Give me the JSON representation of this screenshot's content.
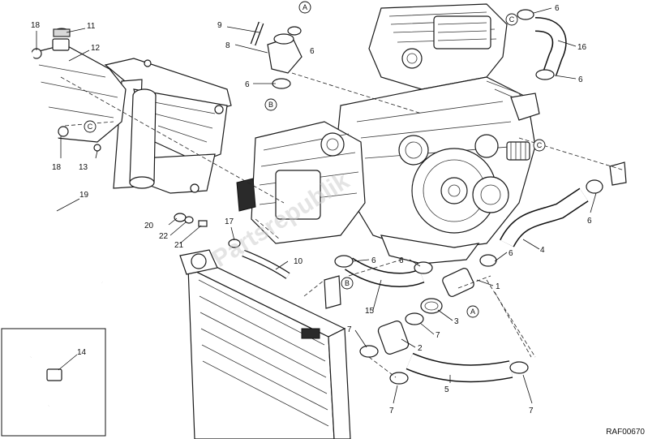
{
  "diagram": {
    "code": "RAF00670",
    "watermark": "Partsrepublik",
    "reference_letters": [
      "A",
      "B",
      "C"
    ],
    "callouts": {
      "n1": "1",
      "n2": "2",
      "n3": "3",
      "n4": "4",
      "n5": "5",
      "n6": "6",
      "n7": "7",
      "n8": "8",
      "n9": "9",
      "n10": "10",
      "n11": "11",
      "n12": "12",
      "n13": "13",
      "n14": "14",
      "n15": "15",
      "n16": "16",
      "n17": "17",
      "n18": "18",
      "n19": "19",
      "n20": "20",
      "n21": "21",
      "n22": "22"
    }
  }
}
